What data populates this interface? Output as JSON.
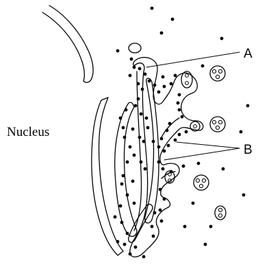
{
  "diagram": {
    "nucleus_label": "Nucleus",
    "label_a": "A",
    "label_b": "B",
    "stroke_color": "#000000",
    "background_color": "#ffffff"
  }
}
